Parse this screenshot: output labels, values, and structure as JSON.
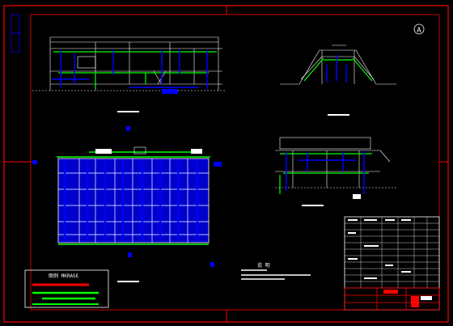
{
  "legend": {
    "title": "图例  MKRASE"
  },
  "north_symbol": "A",
  "notes_title": "说 明",
  "colors": {
    "background": "#000000",
    "frame": "#ff0000",
    "structure": "#ffffff",
    "pipes": "#0000ff",
    "ground": "#00ff00",
    "fill": "#0000cc"
  }
}
